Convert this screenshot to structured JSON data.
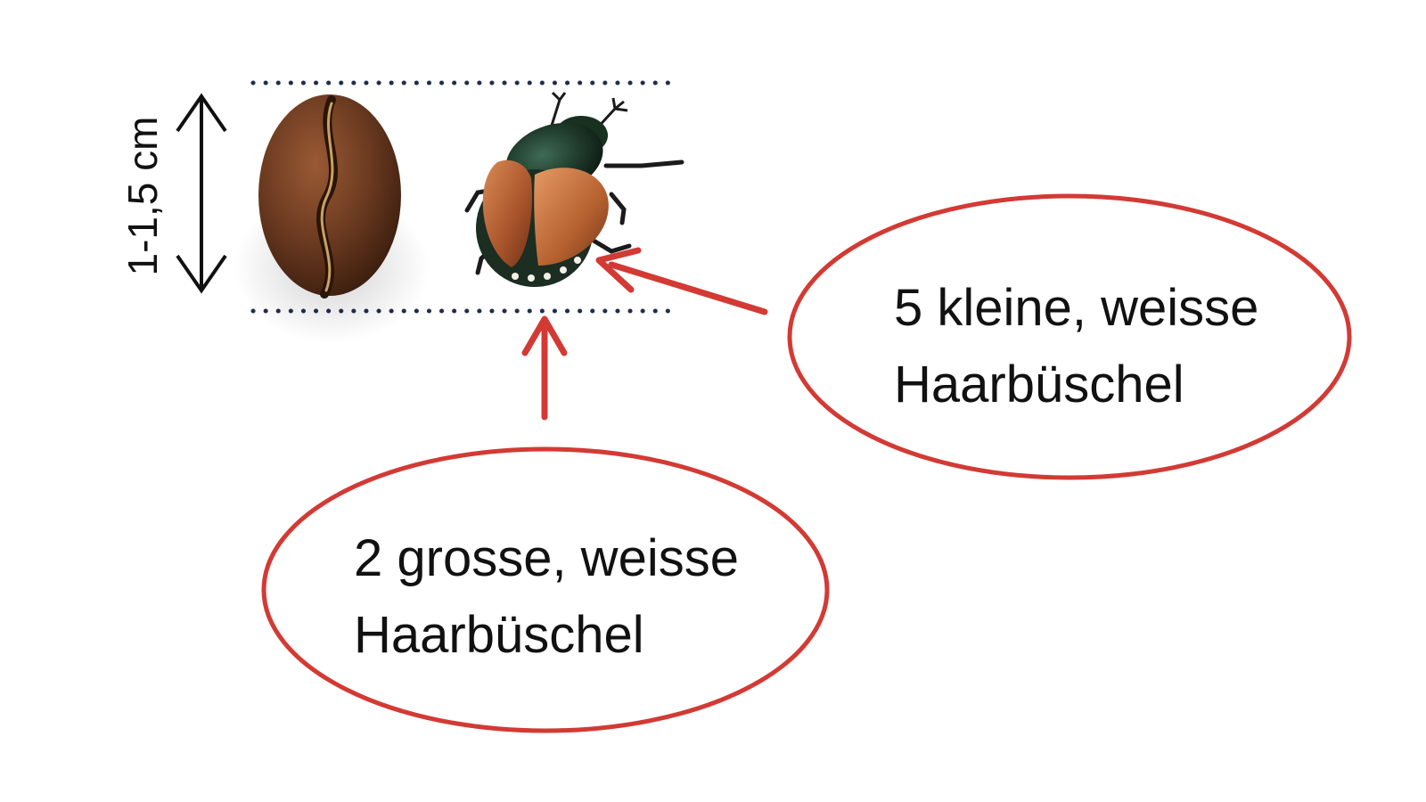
{
  "size_indicator": {
    "label": "1-1,5 cm"
  },
  "callouts": {
    "small_tufts": {
      "line1": "5 kleine, weisse",
      "line2": "Haarbüschel"
    },
    "large_tufts": {
      "line1": "2 grosse, weisse",
      "line2": "Haarbüschel"
    }
  },
  "colors": {
    "callout_outline": "#d33a34",
    "guide_dots": "#1f2d4d",
    "text": "#111111",
    "bean_base": "#6b3a20",
    "beetle_shell": "#b8602e",
    "beetle_head": "#1e3a2a"
  },
  "objects": {
    "left_image": "coffee-bean",
    "right_image": "japanese-beetle"
  }
}
